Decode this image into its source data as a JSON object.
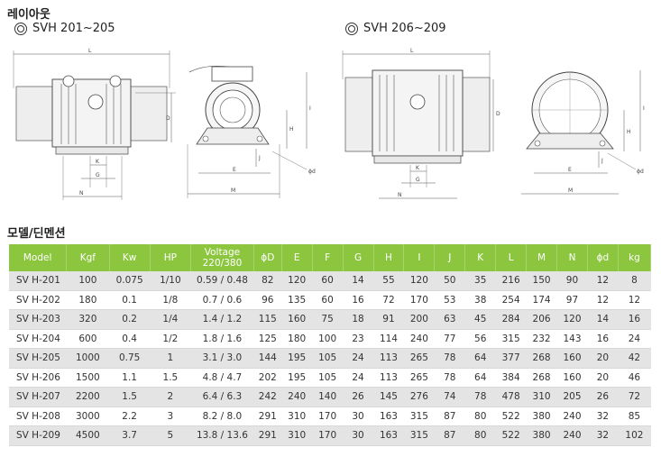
{
  "layout_section": {
    "title": "레이아웃"
  },
  "models": [
    {
      "label": "SVH 201~205"
    },
    {
      "label": "SVH 206~209"
    }
  ],
  "dimension_labels": {
    "L": "L",
    "D": "D",
    "I": "I",
    "H": "H",
    "J": "J",
    "K": "K",
    "G": "G",
    "N": "N",
    "E": "E",
    "M": "M",
    "phi_d": "ϕd"
  },
  "spec_section": {
    "title": "모델/딘멘션"
  },
  "spec_table": {
    "headers": [
      "Model",
      "Kgf",
      "Kw",
      "HP",
      "Voltage\n220/380",
      "ϕD",
      "E",
      "F",
      "G",
      "H",
      "I",
      "J",
      "K",
      "L",
      "M",
      "N",
      "ϕd",
      "kg"
    ],
    "rows": [
      [
        "SV H-201",
        "100",
        "0.075",
        "1/10",
        "0.59 / 0.48",
        "82",
        "120",
        "60",
        "14",
        "55",
        "120",
        "50",
        "35",
        "216",
        "150",
        "90",
        "12",
        "8"
      ],
      [
        "SV H-202",
        "180",
        "0.1",
        "1/8",
        "0.7 / 0.6",
        "96",
        "135",
        "60",
        "16",
        "72",
        "170",
        "53",
        "38",
        "254",
        "174",
        "97",
        "12",
        "12"
      ],
      [
        "SV H-203",
        "320",
        "0.2",
        "1/4",
        "1.4 / 1.2",
        "115",
        "160",
        "75",
        "18",
        "91",
        "200",
        "63",
        "45",
        "284",
        "206",
        "120",
        "14",
        "16"
      ],
      [
        "SV H-204",
        "600",
        "0.4",
        "1/2",
        "1.8 / 1.6",
        "125",
        "180",
        "100",
        "23",
        "114",
        "240",
        "77",
        "56",
        "315",
        "232",
        "143",
        "16",
        "24"
      ],
      [
        "SV H-205",
        "1000",
        "0.75",
        "1",
        "3.1 / 3.0",
        "144",
        "195",
        "105",
        "24",
        "113",
        "265",
        "78",
        "64",
        "377",
        "268",
        "160",
        "20",
        "42"
      ],
      [
        "SV H-206",
        "1500",
        "1.1",
        "1.5",
        "4.8 / 4.7",
        "202",
        "195",
        "105",
        "24",
        "113",
        "265",
        "78",
        "64",
        "384",
        "268",
        "160",
        "20",
        "46"
      ],
      [
        "SV H-207",
        "2200",
        "1.5",
        "2",
        "6.4 / 6.3",
        "242",
        "240",
        "140",
        "26",
        "145",
        "276",
        "74",
        "78",
        "478",
        "310",
        "205",
        "26",
        "72"
      ],
      [
        "SV H-208",
        "3000",
        "2.2",
        "3",
        "8.2 / 8.0",
        "291",
        "310",
        "170",
        "30",
        "163",
        "315",
        "87",
        "80",
        "522",
        "380",
        "240",
        "32",
        "85"
      ],
      [
        "SV H-209",
        "4500",
        "3.7",
        "5",
        "13.8 / 13.6",
        "291",
        "310",
        "170",
        "30",
        "163",
        "315",
        "87",
        "80",
        "522",
        "380",
        "240",
        "32",
        "102"
      ]
    ]
  },
  "colors": {
    "header_green": "#8cc63f",
    "row_gray": "#e4e4e4"
  }
}
